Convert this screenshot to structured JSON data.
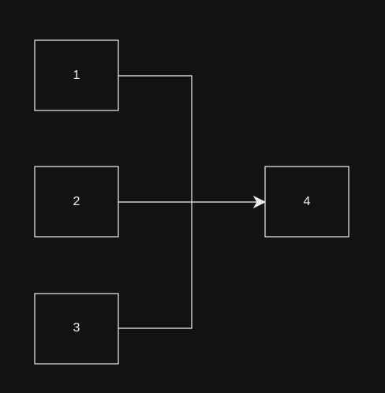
{
  "diagram": {
    "background": "#121212",
    "stroke_color": "#f0f0f0",
    "nodes": [
      {
        "id": "n1",
        "label": "1"
      },
      {
        "id": "n2",
        "label": "2"
      },
      {
        "id": "n3",
        "label": "3"
      },
      {
        "id": "n4",
        "label": "4"
      }
    ],
    "edges": [
      {
        "from": "n1",
        "to": "n4"
      },
      {
        "from": "n2",
        "to": "n4"
      },
      {
        "from": "n3",
        "to": "n4"
      }
    ]
  }
}
